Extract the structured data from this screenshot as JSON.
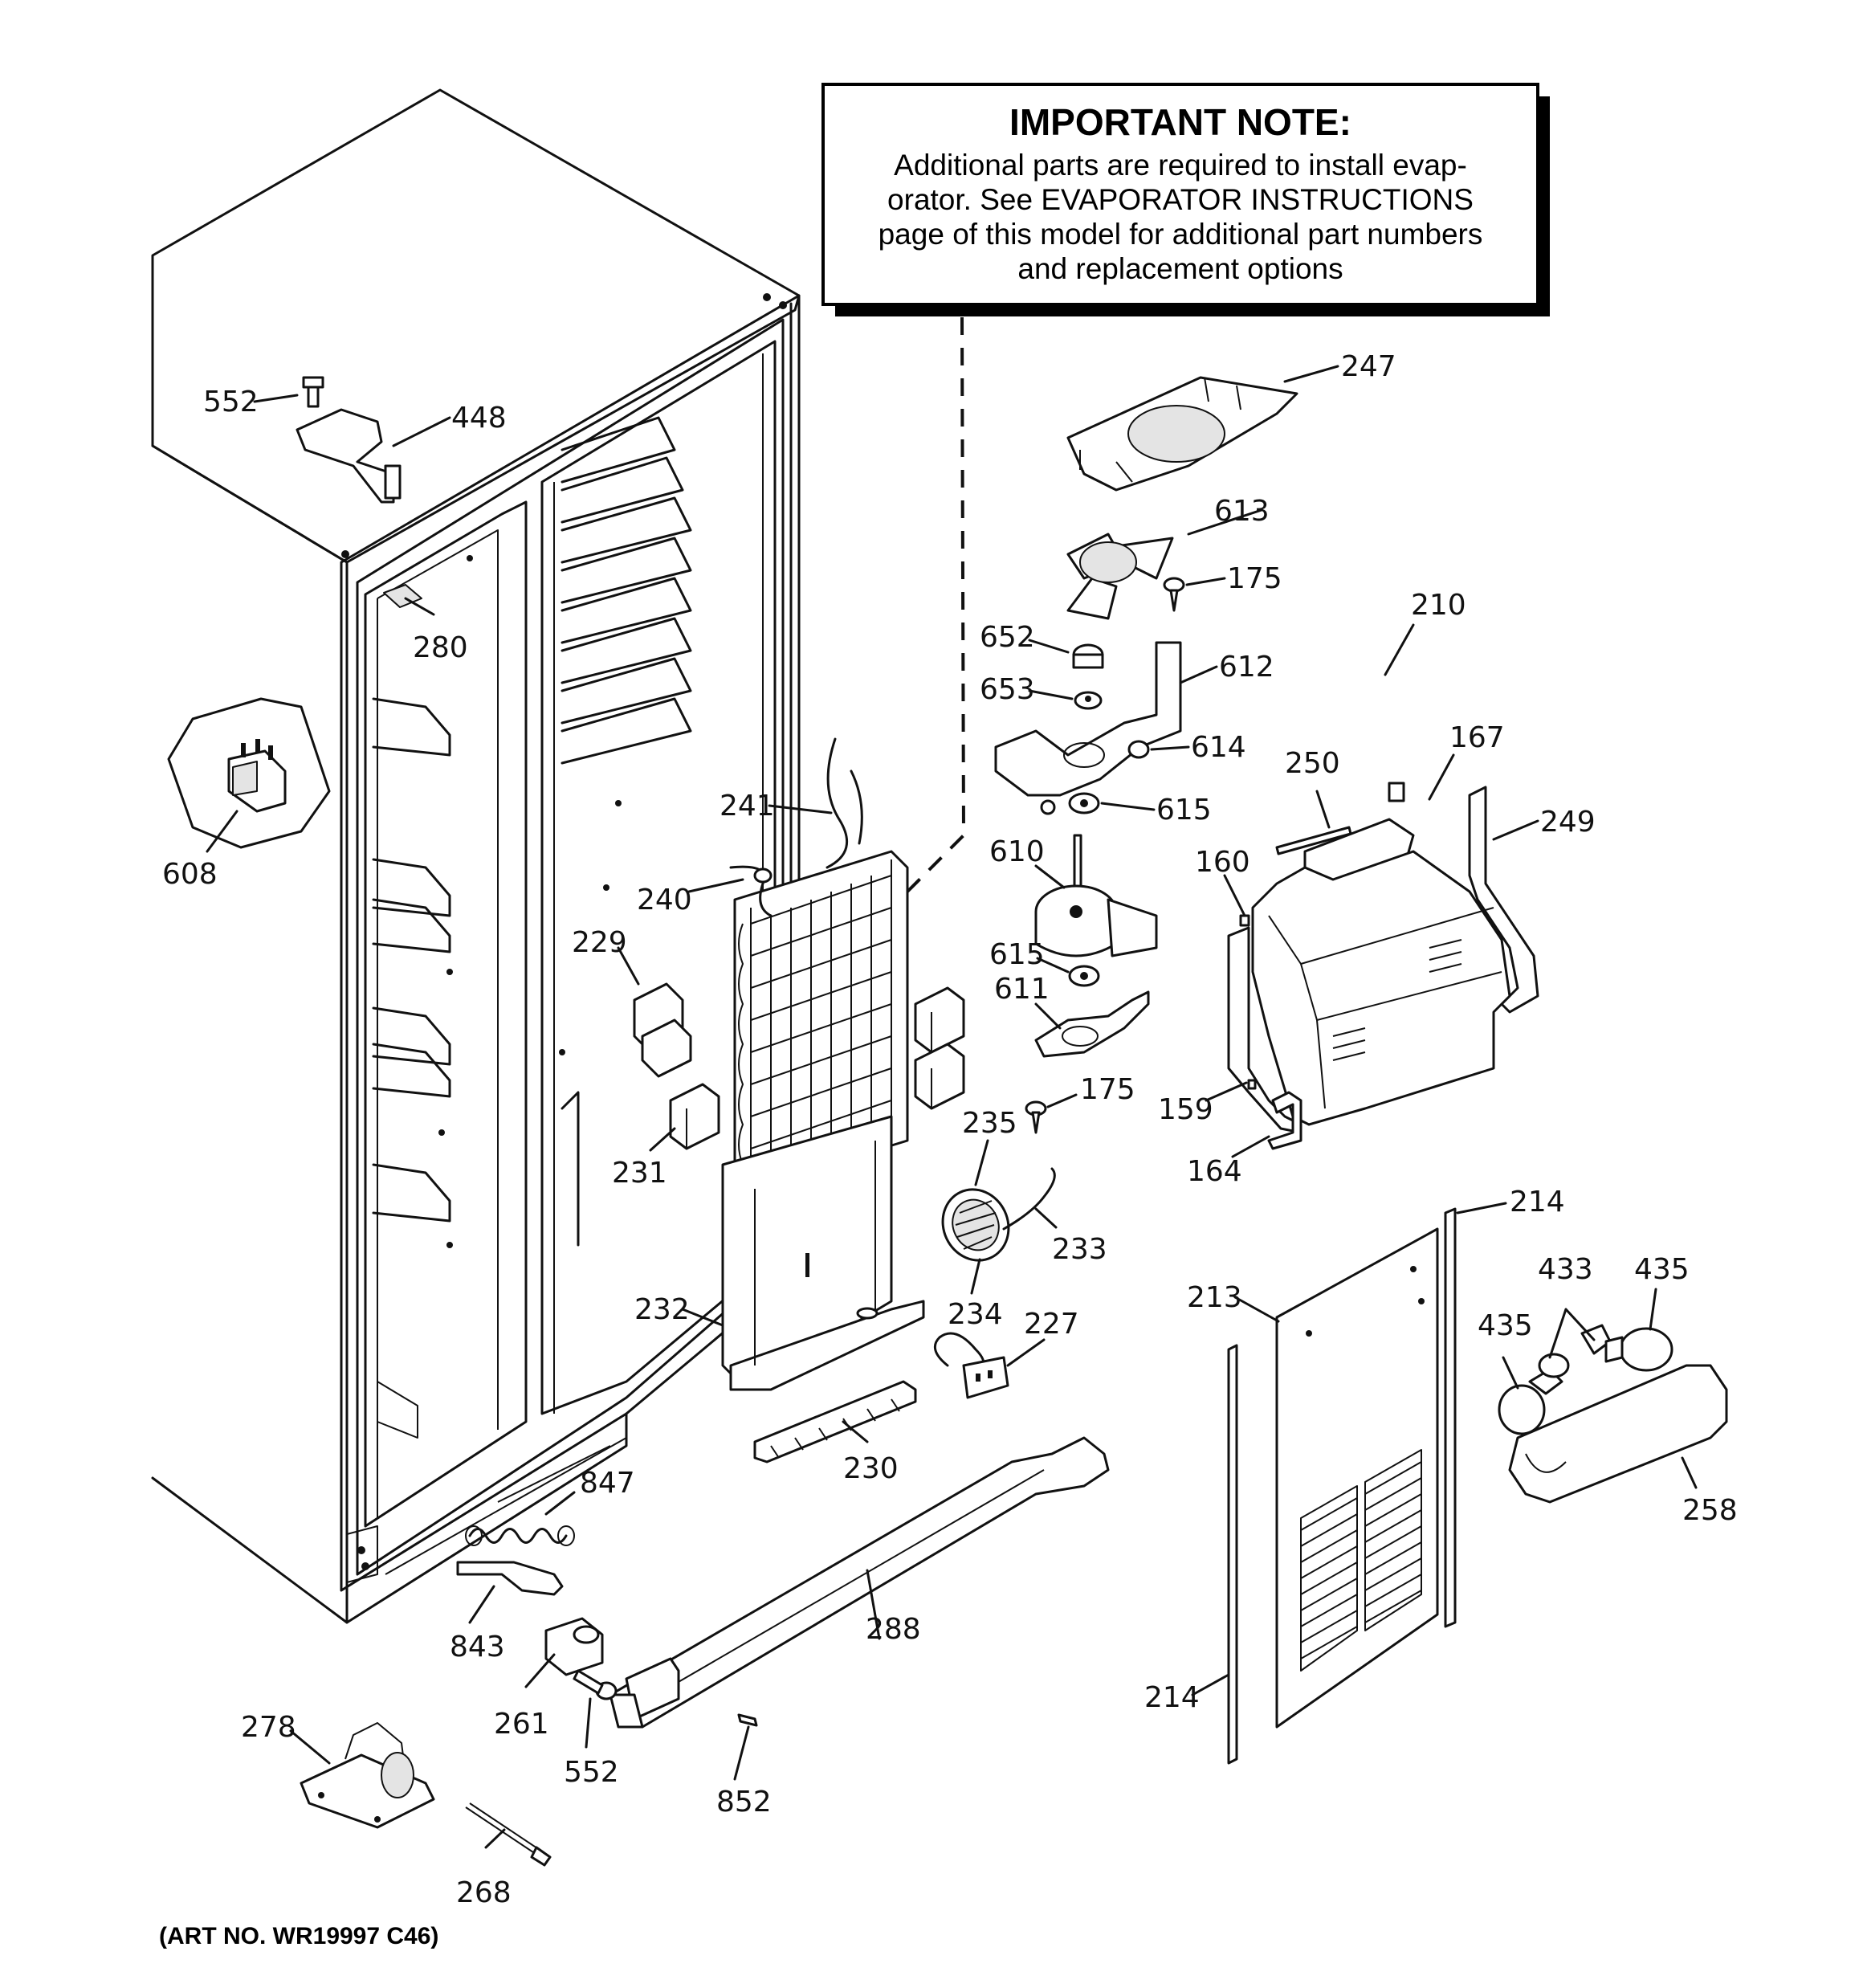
{
  "note": {
    "title": "IMPORTANT NOTE:",
    "lines": [
      "Additional parts are required to install evap-",
      "orator.  See EVAPORATOR INSTRUCTIONS",
      "page of this model for additional part numbers",
      "and replacement options"
    ]
  },
  "art_number": "(ART NO. WR19997 C46)",
  "callouts": [
    {
      "id": "c552a",
      "text": "552"
    },
    {
      "id": "c448",
      "text": "448"
    },
    {
      "id": "c280",
      "text": "280"
    },
    {
      "id": "c608",
      "text": "608"
    },
    {
      "id": "c247",
      "text": "247"
    },
    {
      "id": "c613",
      "text": "613"
    },
    {
      "id": "c175a",
      "text": "175"
    },
    {
      "id": "c652",
      "text": "652"
    },
    {
      "id": "c612",
      "text": "612"
    },
    {
      "id": "c653",
      "text": "653"
    },
    {
      "id": "c614",
      "text": "614"
    },
    {
      "id": "c615a",
      "text": "615"
    },
    {
      "id": "c610",
      "text": "610"
    },
    {
      "id": "c615b",
      "text": "615"
    },
    {
      "id": "c611",
      "text": "611"
    },
    {
      "id": "c175b",
      "text": "175"
    },
    {
      "id": "c241",
      "text": "241"
    },
    {
      "id": "c240",
      "text": "240"
    },
    {
      "id": "c229",
      "text": "229"
    },
    {
      "id": "c231",
      "text": "231"
    },
    {
      "id": "c235",
      "text": "235"
    },
    {
      "id": "c233",
      "text": "233"
    },
    {
      "id": "c234",
      "text": "234"
    },
    {
      "id": "c232",
      "text": "232"
    },
    {
      "id": "c227",
      "text": "227"
    },
    {
      "id": "c230",
      "text": "230"
    },
    {
      "id": "c210",
      "text": "210"
    },
    {
      "id": "c167",
      "text": "167"
    },
    {
      "id": "c250",
      "text": "250"
    },
    {
      "id": "c249",
      "text": "249"
    },
    {
      "id": "c160",
      "text": "160"
    },
    {
      "id": "c159",
      "text": "159"
    },
    {
      "id": "c164",
      "text": "164"
    },
    {
      "id": "c214a",
      "text": "214"
    },
    {
      "id": "c213",
      "text": "213"
    },
    {
      "id": "c433",
      "text": "433"
    },
    {
      "id": "c435a",
      "text": "435"
    },
    {
      "id": "c435b",
      "text": "435"
    },
    {
      "id": "c258",
      "text": "258"
    },
    {
      "id": "c214b",
      "text": "214"
    },
    {
      "id": "c847",
      "text": "847"
    },
    {
      "id": "c843",
      "text": "843"
    },
    {
      "id": "c288",
      "text": "288"
    },
    {
      "id": "c261",
      "text": "261"
    },
    {
      "id": "c552b",
      "text": "552"
    },
    {
      "id": "c852",
      "text": "852"
    },
    {
      "id": "c278",
      "text": "278"
    },
    {
      "id": "c268",
      "text": "268"
    }
  ]
}
